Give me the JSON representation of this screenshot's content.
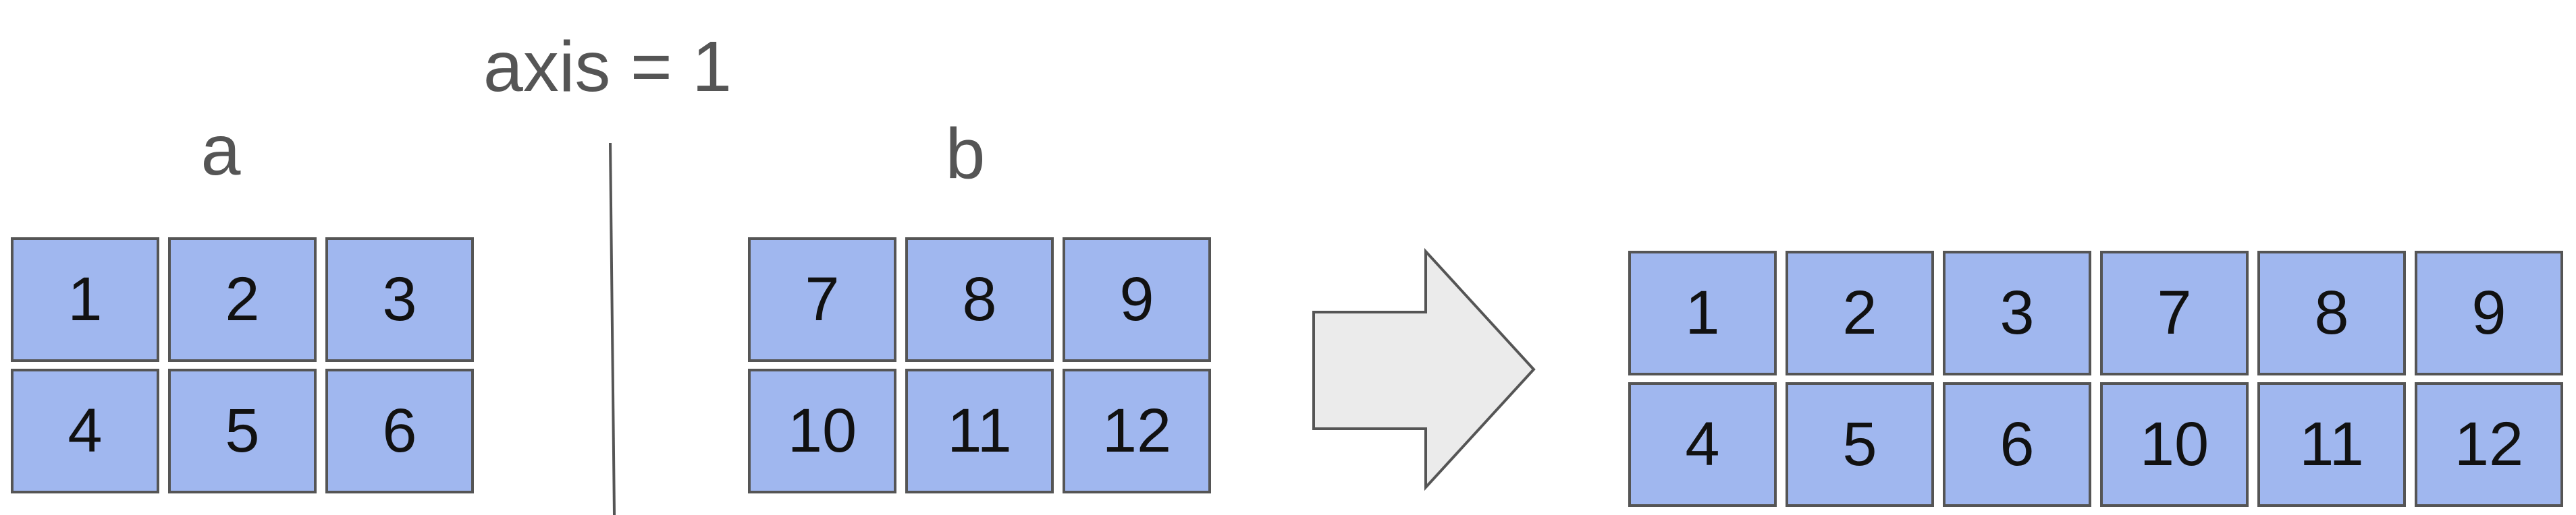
{
  "title": "axis = 1",
  "array_a": {
    "name": "a",
    "rows": [
      [
        "1",
        "2",
        "3"
      ],
      [
        "4",
        "5",
        "6"
      ]
    ]
  },
  "array_b": {
    "name": "b",
    "rows": [
      [
        "7",
        "8",
        "9"
      ],
      [
        "10",
        "11",
        "12"
      ]
    ]
  },
  "result": {
    "rows": [
      [
        "1",
        "2",
        "3",
        "7",
        "8",
        "9"
      ],
      [
        "4",
        "5",
        "6",
        "10",
        "11",
        "12"
      ]
    ]
  },
  "colors": {
    "cell_fill": "#a0b7ef",
    "cell_border": "#555555",
    "arrow_fill": "#ebebeb",
    "text": "#555555"
  },
  "icons": {
    "arrow": "right-arrow-icon"
  }
}
